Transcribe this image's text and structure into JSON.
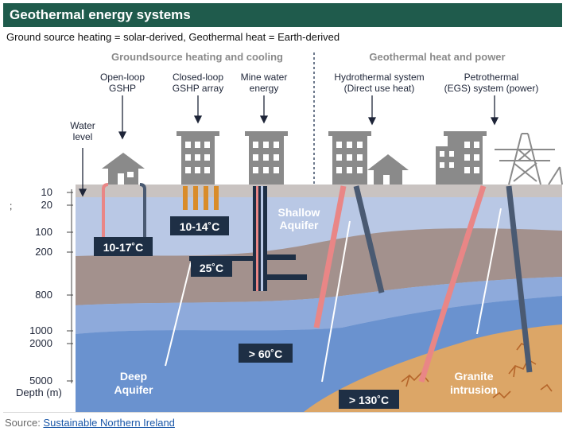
{
  "title": "Geothermal energy systems",
  "subtitle": "Ground source heating = solar-derived, Geothermal heat = Earth-derived",
  "stray_mark": ";",
  "sections": {
    "left": "Groundsource heating and cooling",
    "right": "Geothermal heat and power"
  },
  "systems": {
    "open_loop": [
      "Open-loop",
      "GSHP"
    ],
    "closed_loop": [
      "Closed-loop",
      "GSHP array"
    ],
    "mine_water": [
      "Mine water",
      "energy"
    ],
    "hydrothermal": [
      "Hydrothermal system",
      "(Direct use heat)"
    ],
    "petrothermal": [
      "Petrothermal",
      "(EGS) system (power)"
    ]
  },
  "water_level": [
    "Water",
    "level"
  ],
  "depth_ticks": [
    "10",
    "20",
    "100",
    "200",
    "800",
    "1000",
    "2000",
    "5000"
  ],
  "depth_unit": "Depth (m)",
  "temperatures": {
    "open_loop": "10-17˚C",
    "closed_loop": "10-14˚C",
    "mine": "25˚C",
    "hydro": "> 60˚C",
    "petro": "> 130˚C"
  },
  "layers": {
    "shallow": [
      "Shallow",
      "Aquifer"
    ],
    "deep": [
      "Deep",
      "Aquifer"
    ],
    "granite": [
      "Granite",
      "intrusion"
    ]
  },
  "source": {
    "prefix": "Source: ",
    "link": "Sustainable Northern Ireland"
  },
  "colors": {
    "banner": "#1f5b4c",
    "surface": "#c9c3c1",
    "shallow_aquifer": "#b9c8e5",
    "brown_rock": "#a3918d",
    "mid_blue": "#8eaadb",
    "deep_blue": "#6a92cf",
    "granite": "#dca667",
    "label_box": "#1e2f45",
    "hot_pipe": "#e98686",
    "cold_pipe": "#4a5a72",
    "closed_loop_pipe": "#d98c2a",
    "building": "#8a8a8a"
  }
}
